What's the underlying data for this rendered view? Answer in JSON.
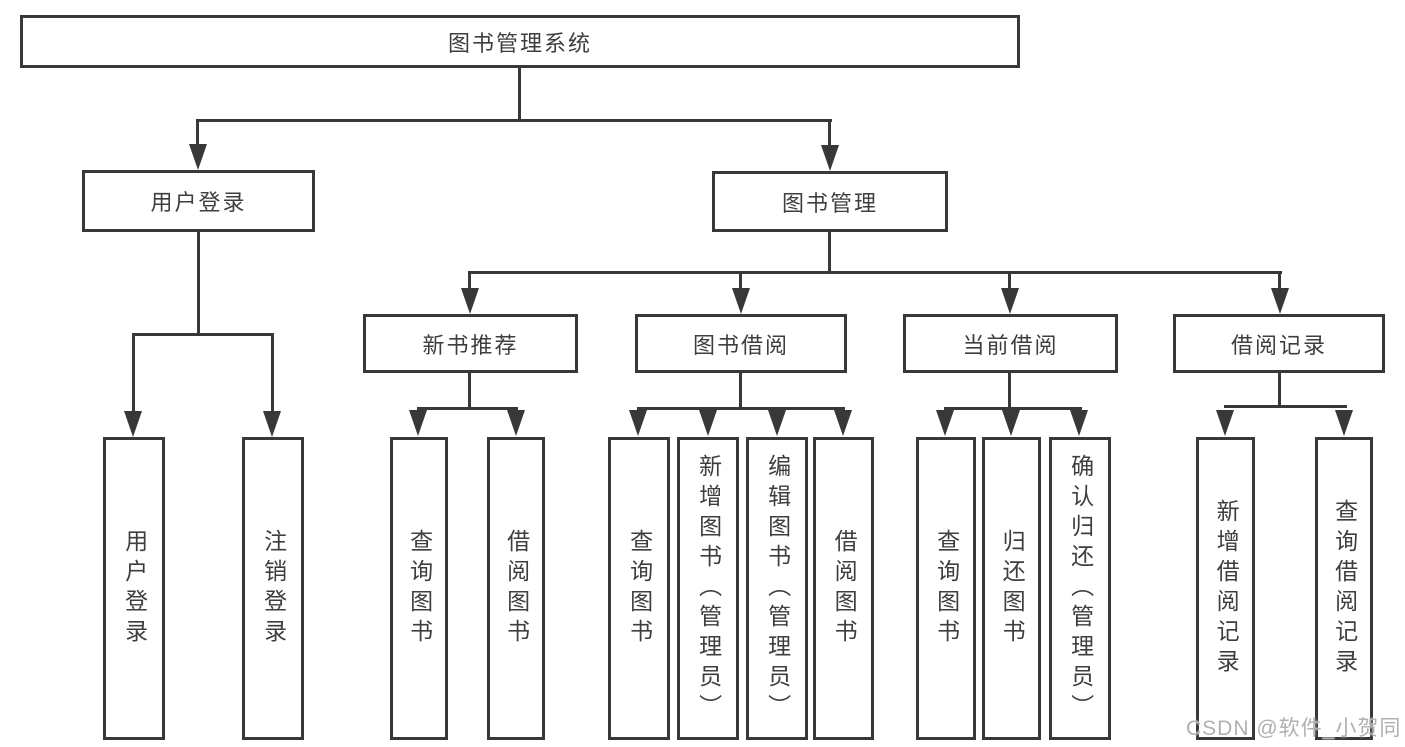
{
  "tree": {
    "root": {
      "label": "图书管理系统",
      "children": {
        "user_login": {
          "label": "用户登录",
          "children": {
            "login": {
              "label": "用户登录"
            },
            "logout": {
              "label": "注销登录"
            }
          }
        },
        "book_manage": {
          "label": "图书管理",
          "children": {
            "new_book": {
              "label": "新书推荐",
              "children": {
                "query": {
                  "label": "查询图书"
                },
                "borrow": {
                  "label": "借阅图书"
                }
              }
            },
            "book_borrow": {
              "label": "图书借阅",
              "children": {
                "query": {
                  "label": "查询图书"
                },
                "add": {
                  "label": "新增图书（管理员）"
                },
                "edit": {
                  "label": "编辑图书（管理员）"
                },
                "borrow": {
                  "label": "借阅图书"
                }
              }
            },
            "current_borrow": {
              "label": "当前借阅",
              "children": {
                "query": {
                  "label": "查询图书"
                },
                "return": {
                  "label": "归还图书"
                },
                "confirm": {
                  "label": "确认归还（管理员）"
                }
              }
            },
            "borrow_record": {
              "label": "借阅记录",
              "children": {
                "add": {
                  "label": "新增借阅记录"
                },
                "query": {
                  "label": "查询借阅记录"
                }
              }
            }
          }
        }
      }
    }
  },
  "watermark": {
    "text": "CSDN @软件_小贺同学"
  },
  "colors": {
    "line": "#38383a",
    "text": "#3e3e41",
    "watermark": "#b0b0b0"
  }
}
